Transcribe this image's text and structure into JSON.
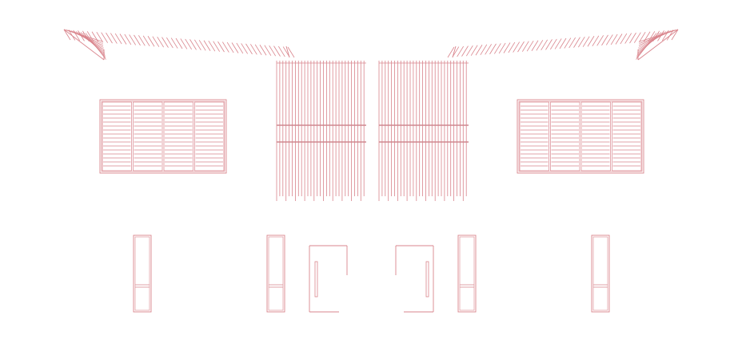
{
  "drawing": {
    "line_color": "#d9848c",
    "line_color_dark": "#b34c57",
    "background": "#ffffff",
    "components": [
      {
        "name": "eave-hatch-left"
      },
      {
        "name": "eave-hatch-right"
      },
      {
        "name": "railing-left"
      },
      {
        "name": "railing-right"
      },
      {
        "name": "shutter-window-left"
      },
      {
        "name": "shutter-window-right"
      },
      {
        "name": "door-panel-1"
      },
      {
        "name": "door-panel-2"
      },
      {
        "name": "door-panel-3"
      },
      {
        "name": "door-panel-4"
      },
      {
        "name": "door-leaf-left"
      },
      {
        "name": "door-leaf-right"
      }
    ]
  }
}
